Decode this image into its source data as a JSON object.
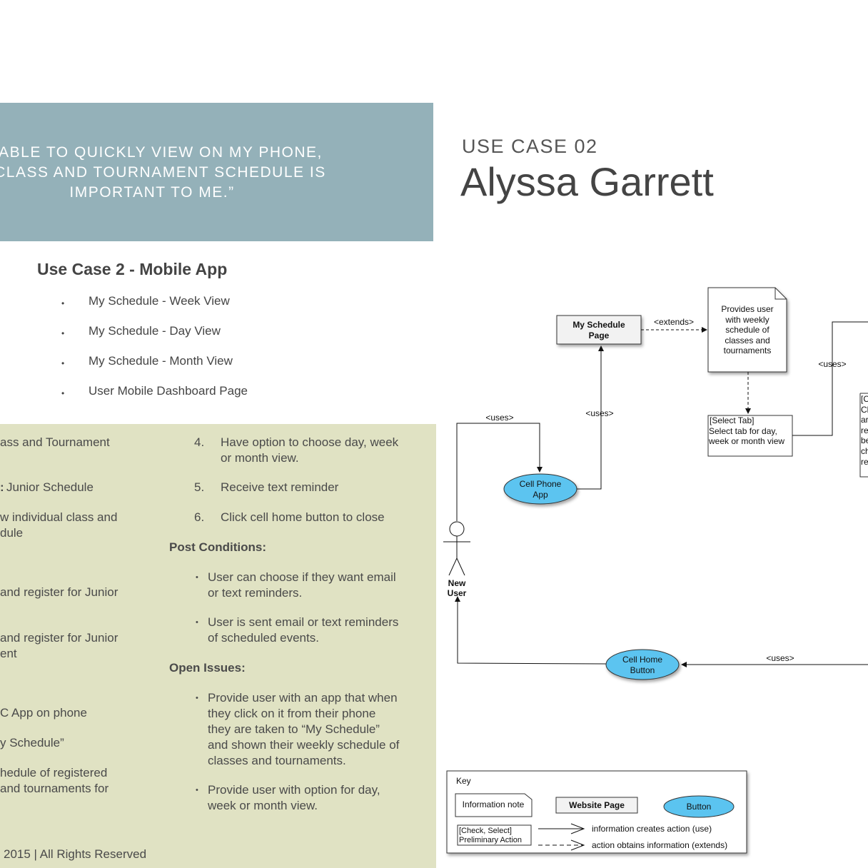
{
  "quote": {
    "lines": [
      "G ABLE TO QUICKLY VIEW ON MY PHONE,",
      "S CLASS AND TOURNAMENT SCHEDULE IS",
      "IMPORTANT TO ME.”"
    ],
    "background": "#94b1b9"
  },
  "use_case_section": {
    "title": "Use Case 2 - Mobile App",
    "items": [
      "My Schedule - Week View",
      "My Schedule - Day View",
      "My Schedule - Month View",
      "User Mobile Dashboard Page"
    ]
  },
  "left_column": {
    "fragments": [
      "ass and Tournament",
      "Junior Schedule",
      "w individual class and",
      "dule",
      "and register for Junior",
      "and register for Junior",
      "ent",
      "C App on phone",
      "y Schedule”",
      "hedule of registered",
      "and tournaments for"
    ],
    "colon": ":",
    "footer": "2015 | All Rights Reserved"
  },
  "steps": [
    {
      "num": "4.",
      "text": [
        "Have option to choose day, week",
        "or month view."
      ]
    },
    {
      "num": "5.",
      "text": [
        "Receive text reminder"
      ]
    },
    {
      "num": "6.",
      "text": [
        "Click cell home button to close"
      ]
    }
  ],
  "post_conditions": {
    "heading": "Post Conditions:",
    "items": [
      [
        "User can choose if they want email",
        "or text reminders."
      ],
      [
        "User is sent email or text reminders",
        "of scheduled events."
      ]
    ]
  },
  "open_issues": {
    "heading": "Open Issues:",
    "items": [
      [
        "Provide user with an app that when",
        "they click on it from their phone",
        "they are taken to “My Schedule”",
        "and shown their weekly schedule of",
        "classes and tournaments."
      ],
      [
        "Provide user with option for day,",
        "week or month view."
      ]
    ]
  },
  "header": {
    "label": "USE CASE 02",
    "name": "Alyssa Garrett"
  },
  "diagram": {
    "my_schedule_page": [
      "My Schedule",
      "Page"
    ],
    "extends_label": "<extends>",
    "note_weekly": [
      "Provides user",
      "with weekly",
      "schedule of",
      "classes and",
      "tournaments"
    ],
    "select_tab": [
      "[Select Tab]",
      "Select tab for day,",
      "week or month view"
    ],
    "uses_label": "<uses>",
    "cell_phone_app": [
      "Cell Phone",
      "App"
    ],
    "new_user": [
      "New",
      "User"
    ],
    "cell_home_button": [
      "Cell Home",
      "Button"
    ],
    "right_note_fragment": [
      "[C",
      "Cl",
      "ar",
      "re",
      "be",
      "ch",
      "re"
    ],
    "button_color": "#5bc4f0"
  },
  "key": {
    "title": "Key",
    "info_note": "Information note",
    "website_page": "Website Page",
    "button": "Button",
    "prelim": [
      "[Check, Select]",
      "Preliminary Action"
    ],
    "solid_arrow": "information creates action (use)",
    "dashed_arrow": "action obtains information (extends)"
  }
}
